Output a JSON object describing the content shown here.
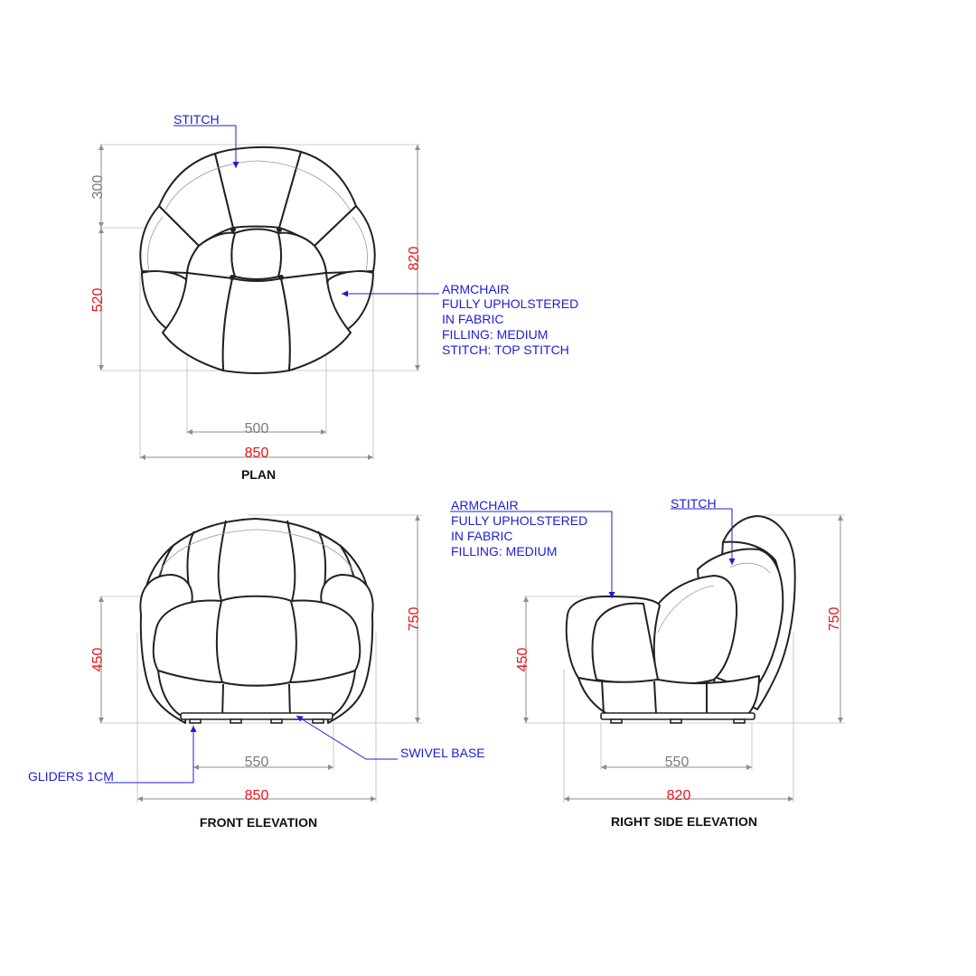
{
  "plan": {
    "title": "PLAN",
    "stitch_label": "STITCH",
    "note_lines": [
      "ARMCHAIR",
      "FULLY UPHOLSTERED",
      "IN FABRIC",
      "FILLING: MEDIUM",
      "STITCH: TOP STITCH"
    ],
    "dims": {
      "depth_back": "300",
      "depth_seat": "520",
      "depth_total": "820",
      "inner_width": "500",
      "width_total": "850"
    }
  },
  "front": {
    "title": "FRONT ELEVATION",
    "gliders_label": "GLIDERS 1CM",
    "swivel_label": "SWIVEL BASE",
    "dims": {
      "seat_height": "450",
      "total_height": "750",
      "base_width": "550",
      "width_total": "850"
    }
  },
  "side": {
    "title": "RIGHT SIDE ELEVATION",
    "stitch_label": "STITCH",
    "note_lines": [
      "ARMCHAIR",
      "FULLY UPHOLSTERED",
      "IN FABRIC",
      "FILLING: MEDIUM"
    ],
    "dims": {
      "seat_height": "450",
      "total_height": "750",
      "base_depth": "550",
      "depth_total": "820"
    }
  },
  "colors": {
    "note": "#1d1dd6",
    "dimension_primary": "#e8141a",
    "dimension_secondary": "#7a7a7a",
    "outline": "#222222"
  }
}
